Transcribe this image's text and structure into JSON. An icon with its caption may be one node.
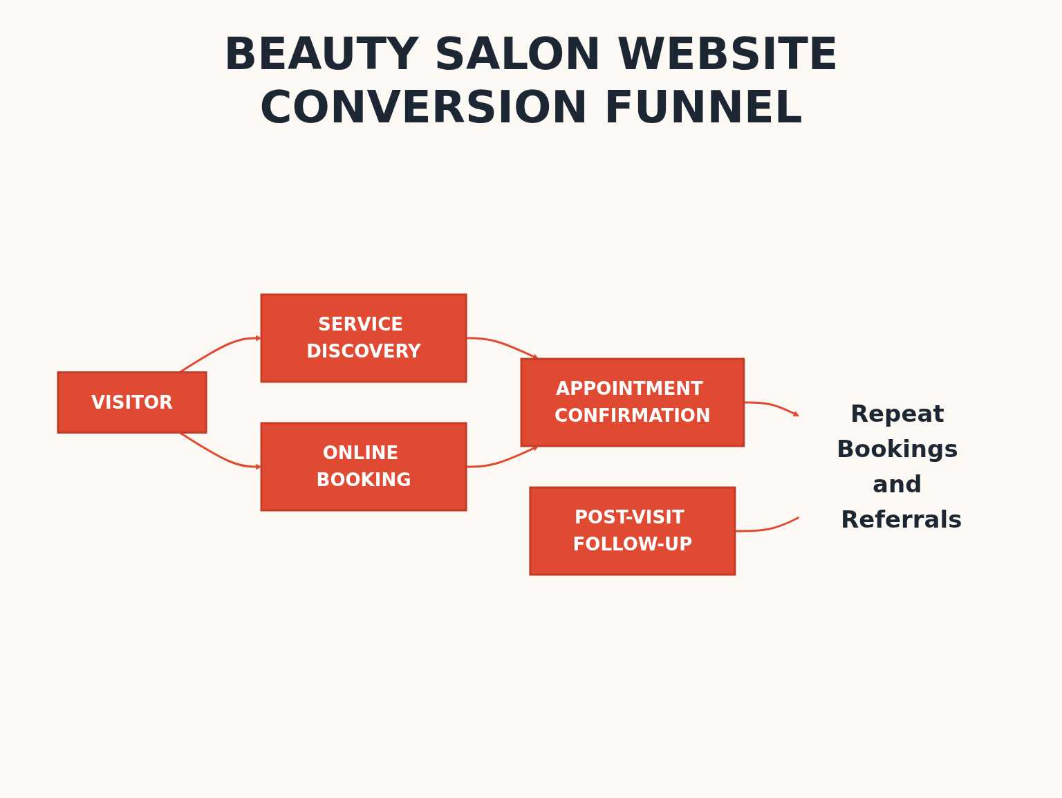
{
  "diagram": {
    "title": "BEAUTY SALON WEBSITE CONVERSION FUNNEL",
    "nodes": [
      {
        "text": [
          "VISITOR"
        ]
      },
      {
        "text": [
          "SERVICE DISCOVERY"
        ]
      },
      {
        "text": [
          "ONLINE BOOKING"
        ]
      },
      {
        "text": [
          "APPOINTMENT CONFIRMATION"
        ]
      },
      {
        "text": [
          "POST-VISIT FOLLOW-UP"
        ]
      },
      {
        "text": [
          "Repeat Bookings and Referrals"
        ]
      }
    ],
    "edges": [
      {
        "from": 0,
        "to": 1,
        "arrow": "to"
      },
      {
        "from": 0,
        "to": 2,
        "arrow": "to"
      },
      {
        "from": 1,
        "to": 3,
        "arrow": "to"
      },
      {
        "from": 2,
        "to": 3,
        "arrow": "to"
      },
      {
        "from": 3,
        "to": 5,
        "arrow": "to"
      },
      {
        "from": 4,
        "to": 5,
        "arrow": "none"
      }
    ]
  }
}
